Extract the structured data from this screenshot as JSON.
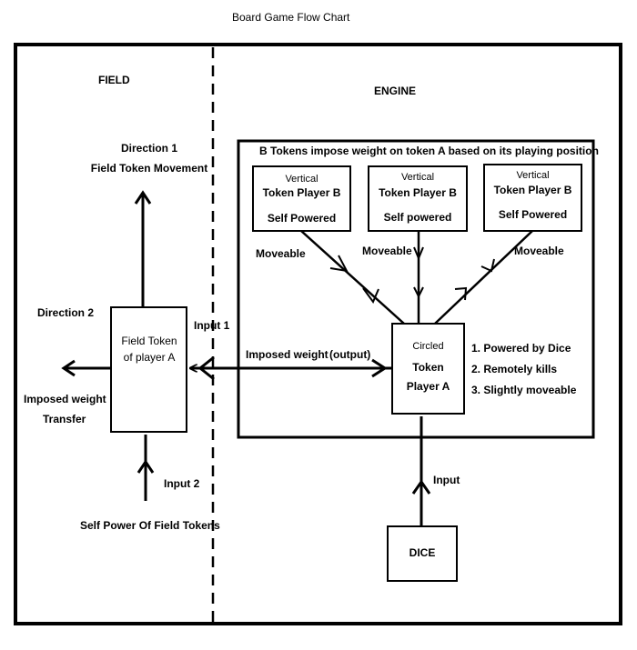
{
  "title": "Board Game Flow Chart",
  "sections": {
    "field": "FIELD",
    "engine": "ENGINE"
  },
  "engine_caption": "B Tokens impose weight on token A based on its playing position",
  "field": {
    "direction1_line1": "Direction 1",
    "direction1_line2": "Field Token Movement",
    "direction2": "Direction 2",
    "imposed_transfer_line1": "Imposed weight",
    "imposed_transfer_line2": "Transfer",
    "input1": "Input 1",
    "input2": "Input 2",
    "self_power": "Self Power Of Field Tokens",
    "token_line1": "Field Token",
    "token_line2": "of player A"
  },
  "tokens_b": [
    {
      "line1": "Vertical",
      "line2": "Token  Player B",
      "line3": "Self Powered"
    },
    {
      "line1": "Vertical",
      "line2": "Token Player B",
      "line3": "Self powered"
    },
    {
      "line1": "Vertical",
      "line2": "Token Player B",
      "line3": "Self Powered"
    }
  ],
  "moveable": [
    "Moveable",
    "Moveable",
    "Moveable"
  ],
  "token_a": {
    "line1": "Circled",
    "line2": "Token",
    "line3": "Player A"
  },
  "token_a_notes": [
    "1. Powered by Dice",
    "2. Remotely kills",
    "3. Slightly moveable"
  ],
  "imposed_weight": "Imposed weight",
  "output_label": "(output)",
  "input_label": "Input",
  "dice": "DICE"
}
